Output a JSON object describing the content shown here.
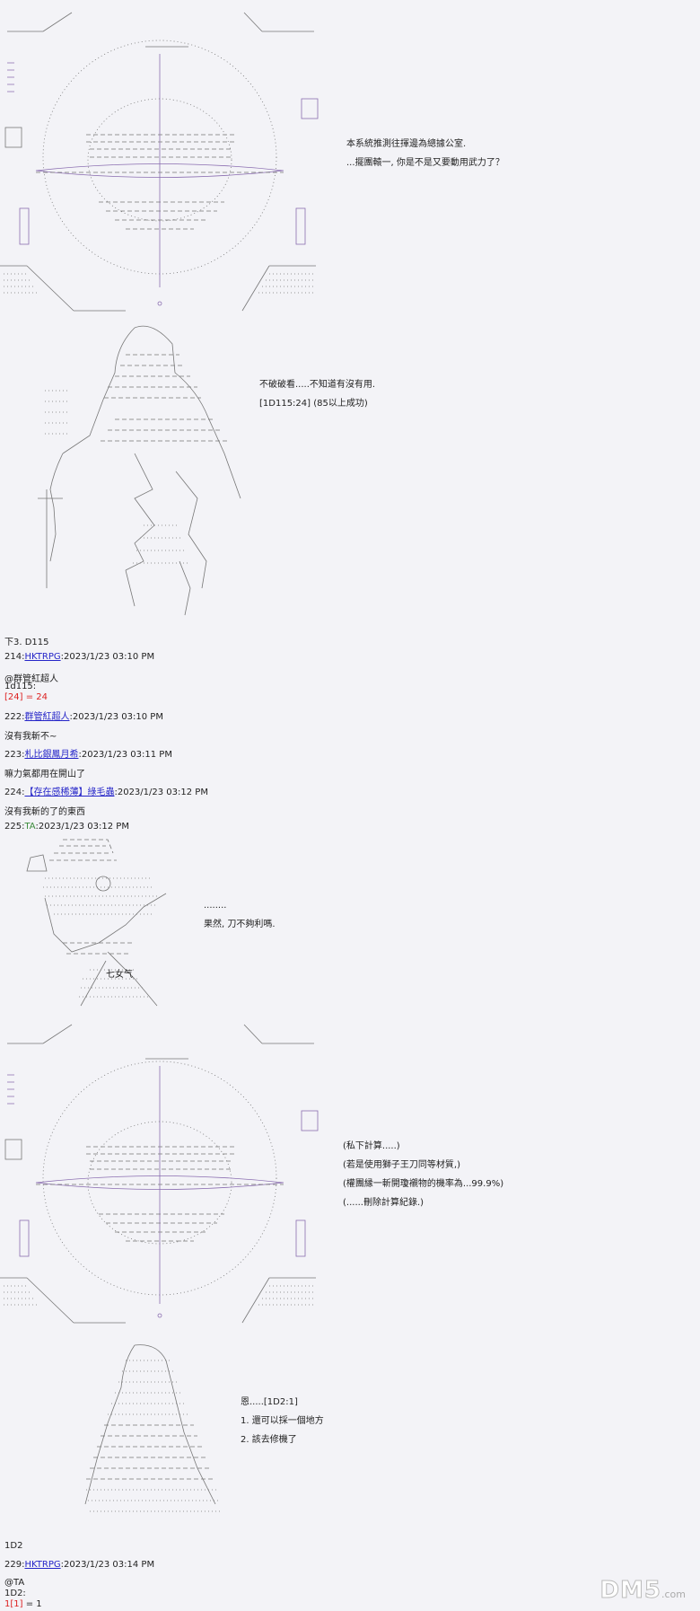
{
  "radar_panel_1": {
    "lines": [
      "本系統推測往揮邊為總據公室.",
      "...擺團轅一, 你是不是又要動用武力了？"
    ]
  },
  "figure_panel_1": {
    "lines": [
      "不破破看.....不知道有沒有用.",
      "[1D115:24] (85以上成功)"
    ]
  },
  "posts": {
    "roll_header": "下3. D115",
    "p214": {
      "num": "214:",
      "name": "HKTRPG",
      "time": ":2023/1/23 03:10 PM",
      "line1": "@群管紅超人",
      "line2": "1d115:",
      "line3": "[24] = 24"
    },
    "p222": {
      "num": "222:",
      "name": "群管紅超人",
      "time": ":2023/1/23 03:10 PM",
      "body": "沒有我斬不~"
    },
    "p223": {
      "num": "223:",
      "name": "札比銀鳳月希",
      "time": ":2023/1/23 03:11 PM",
      "body": "嘛力氣都用在開山了"
    },
    "p224": {
      "num": "224:",
      "name": "【存在感稀薄】綠毛蟲",
      "time": ":2023/1/23 03:12 PM",
      "body": "沒有我斬的了的東西"
    },
    "p225": {
      "num": "225:",
      "name": "TA",
      "time": ":2023/1/23 03:12 PM"
    }
  },
  "figure_panel_2": {
    "lines": [
      "........",
      "果然, 刀不夠利嗎."
    ],
    "art_label": "七女气"
  },
  "radar_panel_2": {
    "lines": [
      "(私下計算.....)",
      "(若是使用獅子王刀同等材質,)",
      "(權團縁一斬開瓊襯物的機率為...99.9%)",
      "(......刪除計算紀錄.)"
    ]
  },
  "figure_panel_3": {
    "lines": [
      "恩.....[1D2:1]",
      "1. 還可以採一個地方",
      "2. 該去修機了"
    ]
  },
  "posts_2": {
    "roll_header": "1D2",
    "p229": {
      "num": "229:",
      "name": "HKTRPG",
      "time": ":2023/1/23 03:14 PM",
      "line1": "@TA",
      "line2": "1D2:",
      "line3a": "1[1]",
      "line3b": " = 1"
    }
  },
  "watermark": {
    "text": "DM5",
    "suffix": ".com"
  }
}
